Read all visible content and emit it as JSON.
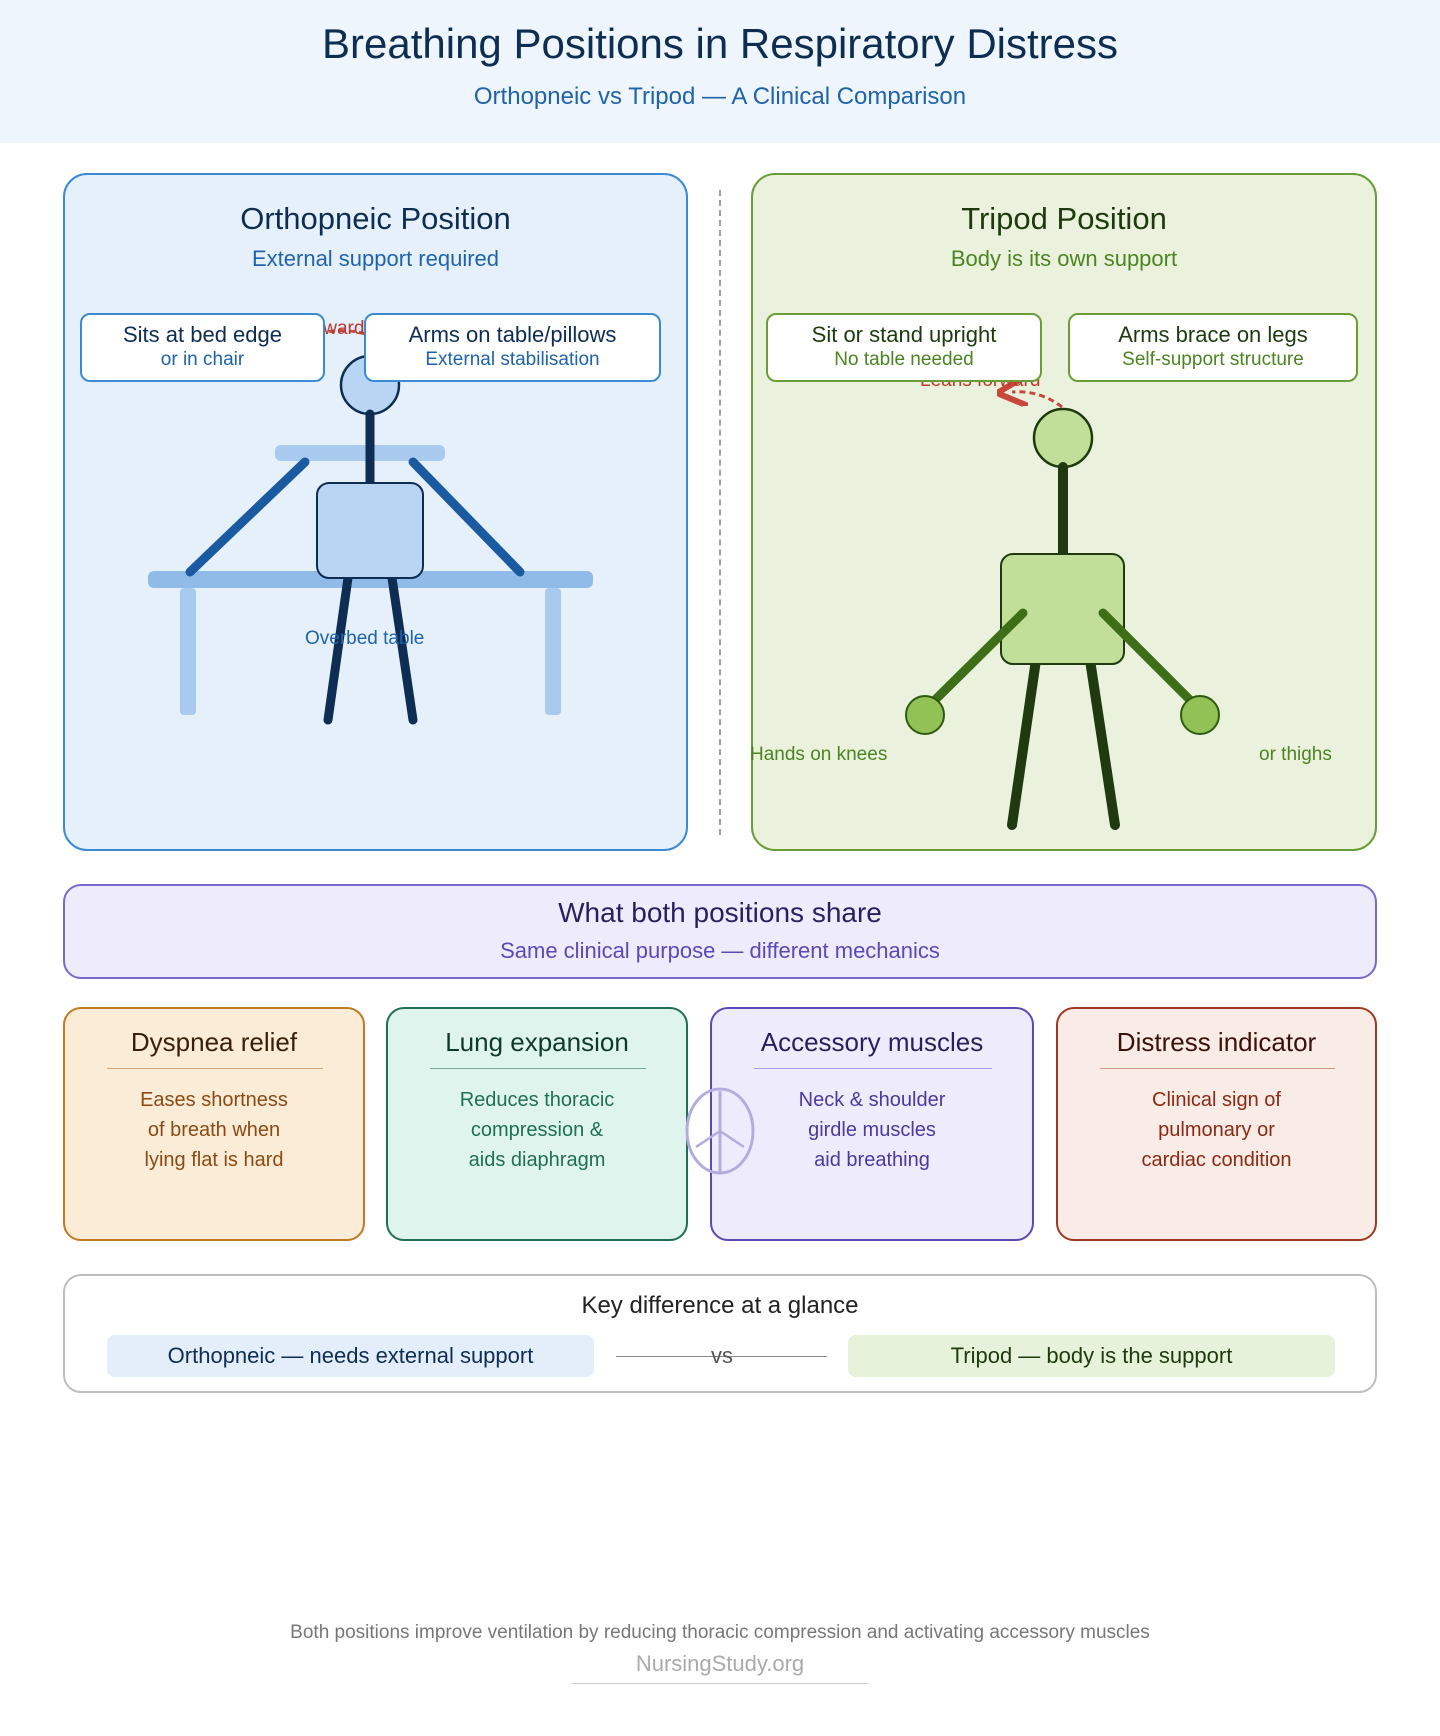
{
  "header": {
    "title": "Breathing Positions in Respiratory Distress",
    "subtitle": "Orthopneic vs Tripod — A Clinical Comparison"
  },
  "orthopneic": {
    "title": "Orthopneic Position",
    "subtitle": "External support required",
    "callouts": [
      {
        "main": "Sits at bed edge",
        "sub": "or in chair"
      },
      {
        "main": "Arms on table/pillows",
        "sub": "External stabilisation"
      }
    ],
    "lean_label": "Leans forward",
    "table_label": "Overbed table"
  },
  "tripod": {
    "title": "Tripod Position",
    "subtitle": "Body is its own support",
    "callouts": [
      {
        "main": "Sit or stand upright",
        "sub": "No table needed"
      },
      {
        "main": "Arms brace on legs",
        "sub": "Self-support structure"
      }
    ],
    "lean_label": "Leans forward",
    "left_hand_label": "Hands on knees",
    "right_hand_label": "or thighs"
  },
  "shared": {
    "title": "What both positions share",
    "subtitle": "Same clinical purpose — different mechanics"
  },
  "cards": [
    {
      "title": "Dyspnea relief",
      "lines": [
        "Eases shortness",
        "of breath when",
        "lying flat is hard"
      ],
      "icon": "none"
    },
    {
      "title": "Lung expansion",
      "lines": [
        "Reduces thoracic",
        "compression &",
        "aids diaphragm"
      ],
      "icon": "lungs-icon"
    },
    {
      "title": "Accessory muscles",
      "lines": [
        "Neck & shoulder",
        "girdle muscles",
        "aid breathing"
      ],
      "icon": "none"
    },
    {
      "title": "Distress indicator",
      "lines": [
        "Clinical sign of",
        "pulmonary or",
        "cardiac condition"
      ],
      "icon": "none"
    }
  ],
  "key_difference": {
    "title": "Key difference at a glance",
    "left": "Orthopneic — needs external support",
    "vs": "vs",
    "right": "Tripod — body is the support"
  },
  "footer": {
    "text": "Both positions improve ventilation by reducing thoracic compression and activating accessory muscles",
    "brand": "NursingStudy.org"
  },
  "colors": {
    "ortho_accent": "#3a8ad4",
    "tripod_accent": "#6a9d34",
    "shared_accent": "#7a68d0",
    "lean_arrow": "#c8463a"
  }
}
